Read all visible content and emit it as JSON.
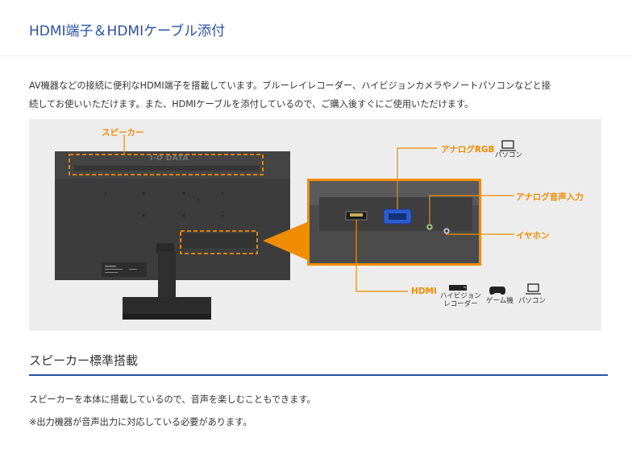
{
  "header": {
    "title": "HDMI端子＆HDMIケーブル添付"
  },
  "intro": {
    "line1": "AV機器などの接続に便利なHDMI端子を搭載しています。ブルーレイレコーダー、ハイビジョンカメラやノートパソコンなどと接",
    "line2": "続してお使いいただけます。また、HDMIケーブルを添付しているので、ご購入後すぐにご使用いただけます。"
  },
  "figure": {
    "speaker_label": "スピーカー",
    "brand_logo": "I-O DATA",
    "ports": {
      "analog_rgb": "アナログRGB",
      "analog_audio": "アナログ音声入力",
      "earphone": "イヤホン",
      "hdmi": "HDMI"
    },
    "devices": {
      "pc_top": "パソコン",
      "recorder": "ハイビジョン\nレコーダー",
      "game": "ゲーム機",
      "pc_bottom": "パソコン"
    },
    "icons": [
      "laptop-icon",
      "recorder-icon",
      "gamepad-icon",
      "laptop-icon"
    ],
    "accent_color": "#f08c00"
  },
  "speaker_section": {
    "title": "スピーカー標準搭載",
    "line1": "スピーカーを本体に搭載しているので、音声を楽しむこともできます。",
    "line2": "※出力機器が音声出力に対応している必要があります。"
  }
}
